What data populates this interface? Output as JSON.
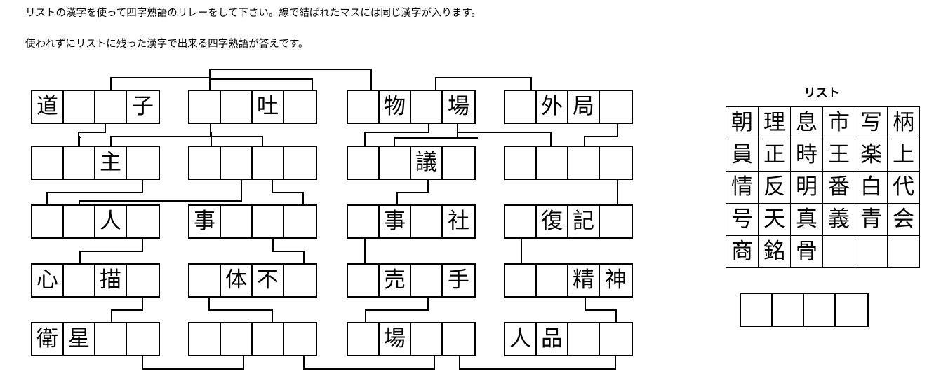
{
  "instructions": {
    "line1": "リストの漢字を使って四字熟語のリレーをして下さい。線で結ばれたマスには同じ漢字が入ります。",
    "line2": "使われずにリストに残った漢字で出来る四字熟語が答えです。"
  },
  "puzzle": {
    "rows": [
      {
        "row_index": 1,
        "blocks": [
          {
            "block_index": 1,
            "cells": [
              "道",
              "",
              "",
              "子"
            ]
          },
          {
            "block_index": 2,
            "cells": [
              "",
              "",
              "吐",
              ""
            ]
          },
          {
            "block_index": 3,
            "cells": [
              "",
              "物",
              "",
              "場"
            ]
          },
          {
            "block_index": 4,
            "cells": [
              "",
              "外",
              "局",
              ""
            ]
          }
        ]
      },
      {
        "row_index": 2,
        "blocks": [
          {
            "block_index": 1,
            "cells": [
              "",
              "",
              "主",
              ""
            ]
          },
          {
            "block_index": 2,
            "cells": [
              "",
              "",
              "",
              ""
            ]
          },
          {
            "block_index": 3,
            "cells": [
              "",
              "",
              "議",
              ""
            ]
          },
          {
            "block_index": 4,
            "cells": [
              "",
              "",
              "",
              ""
            ]
          }
        ]
      },
      {
        "row_index": 3,
        "blocks": [
          {
            "block_index": 1,
            "cells": [
              "",
              "",
              "人",
              ""
            ]
          },
          {
            "block_index": 2,
            "cells": [
              "事",
              "",
              "",
              ""
            ]
          },
          {
            "block_index": 3,
            "cells": [
              "",
              "事",
              "",
              "社"
            ]
          },
          {
            "block_index": 4,
            "cells": [
              "",
              "復",
              "記",
              ""
            ]
          }
        ]
      },
      {
        "row_index": 4,
        "blocks": [
          {
            "block_index": 1,
            "cells": [
              "心",
              "",
              "描",
              ""
            ]
          },
          {
            "block_index": 2,
            "cells": [
              "",
              "体",
              "不",
              ""
            ]
          },
          {
            "block_index": 3,
            "cells": [
              "",
              "売",
              "",
              "手"
            ]
          },
          {
            "block_index": 4,
            "cells": [
              "",
              "",
              "精",
              "神"
            ]
          }
        ]
      },
      {
        "row_index": 5,
        "blocks": [
          {
            "block_index": 1,
            "cells": [
              "衛",
              "星",
              "",
              ""
            ]
          },
          {
            "block_index": 2,
            "cells": [
              "",
              "",
              "",
              ""
            ]
          },
          {
            "block_index": 3,
            "cells": [
              "",
              "場",
              "",
              ""
            ]
          },
          {
            "block_index": 4,
            "cells": [
              "人",
              "品",
              "",
              ""
            ]
          }
        ]
      }
    ]
  },
  "list": {
    "title": "リスト",
    "rows": [
      [
        "朝",
        "理",
        "息",
        "市",
        "写",
        "柄"
      ],
      [
        "員",
        "正",
        "時",
        "王",
        "楽",
        "上"
      ],
      [
        "情",
        "反",
        "明",
        "番",
        "白",
        "代"
      ],
      [
        "号",
        "天",
        "真",
        "義",
        "青",
        "会"
      ],
      [
        "商",
        "銘",
        "骨",
        "",
        "",
        ""
      ]
    ]
  },
  "answer": {
    "cells": [
      "",
      "",
      "",
      ""
    ]
  },
  "colors": {
    "line": "#000000",
    "background": "#ffffff"
  }
}
